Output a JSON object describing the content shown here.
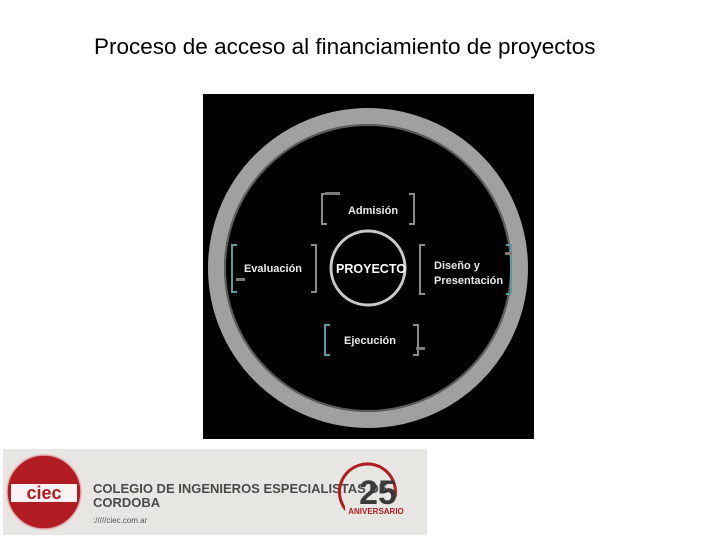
{
  "title": "Proceso de acceso al financiamiento de proyectos",
  "diagram": {
    "center": "PROYECTO",
    "stages": {
      "top": "Admisión",
      "right_line1": "Diseño y",
      "right_line2": "Presentación",
      "bottom": "Ejecución",
      "left": "Evaluación"
    },
    "colors": {
      "background": "#000000",
      "ring": "#a0a0a0",
      "accent": "#5a9aa0"
    }
  },
  "footer": {
    "org_line1": "COLEGIO DE INGENIEROS ESPECIALISTAS DE",
    "org_line2": "CORDOBA",
    "website": "://///ciec.com.ar",
    "logo_text": "ciec",
    "anniversary_number": "25",
    "anniversary_label": "ANIVERSARIO",
    "colors": {
      "brand_red": "#b01c22",
      "text_dark": "#4a4a4a"
    }
  }
}
